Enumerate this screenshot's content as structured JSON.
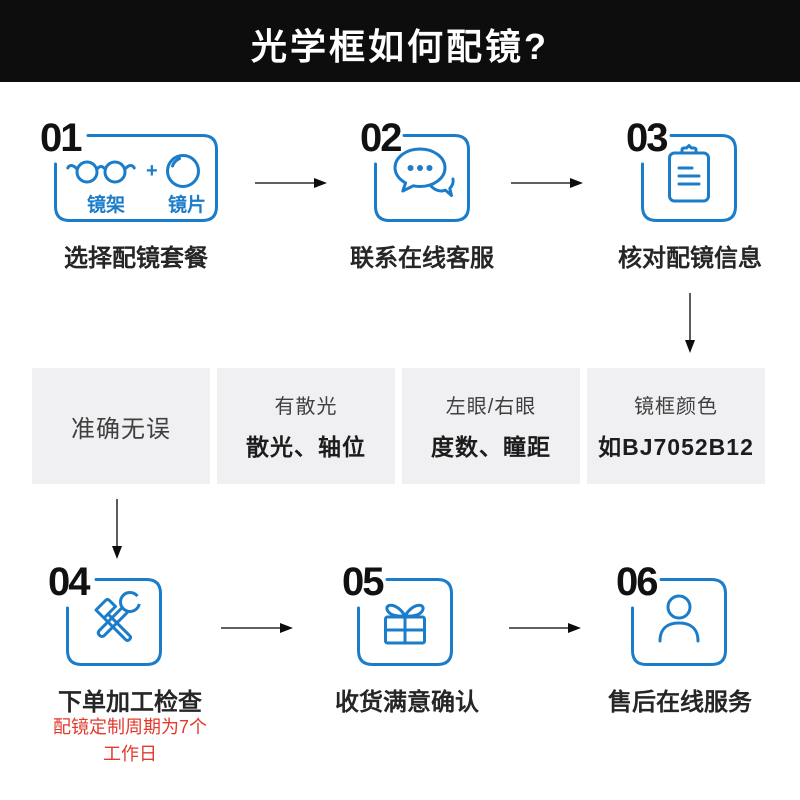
{
  "title": "光学框如何配镜?",
  "steps": [
    {
      "num": "01",
      "label": "选择配镜套餐",
      "icon": "glasses-plus-lens-icon",
      "frame_label": "镜架",
      "lens_label": "镜片",
      "plus": "+"
    },
    {
      "num": "02",
      "label": "联系在线客服",
      "icon": "chat-bubbles-icon"
    },
    {
      "num": "03",
      "label": "核对配镜信息",
      "icon": "clipboard-icon"
    },
    {
      "num": "04",
      "label": "下单加工检查",
      "icon": "hammer-wrench-icon"
    },
    {
      "num": "05",
      "label": "收货满意确认",
      "icon": "gift-box-icon"
    },
    {
      "num": "06",
      "label": "售后在线服务",
      "icon": "person-icon"
    }
  ],
  "info_boxes": [
    {
      "line1": "准确无误",
      "line2": ""
    },
    {
      "line1": "有散光",
      "line2": "散光、轴位"
    },
    {
      "line1": "左眼/右眼",
      "line2": "度数、瞳距"
    },
    {
      "line1": "镜框颜色",
      "line2": "如BJ7052B12"
    }
  ],
  "note_line1": "配镜定制周期为7个",
  "note_line2": "工作日",
  "colors": {
    "blue": "#1b7dc9",
    "red": "#e23a2d",
    "headerbg": "#0d0d0d",
    "graybox": "#f0f0f2"
  }
}
